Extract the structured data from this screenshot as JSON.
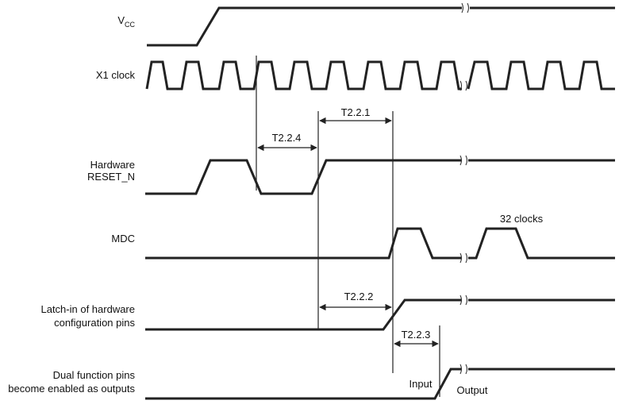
{
  "signals": {
    "vcc": {
      "label": "V",
      "sub": "CC"
    },
    "clock": "X1 clock",
    "reset": [
      "Hardware",
      "RESET_N"
    ],
    "mdc": "MDC",
    "latch": [
      "Latch-in of hardware",
      "configuration pins"
    ],
    "dual": [
      "Dual function pins",
      "become enabled as outputs"
    ]
  },
  "timings": {
    "t221": "T2.2.1",
    "t222": "T2.2.2",
    "t223": "T2.2.3",
    "t224": "T2.2.4"
  },
  "annotations": {
    "clocks32": "32 clocks",
    "input": "Input",
    "output": "Output"
  }
}
